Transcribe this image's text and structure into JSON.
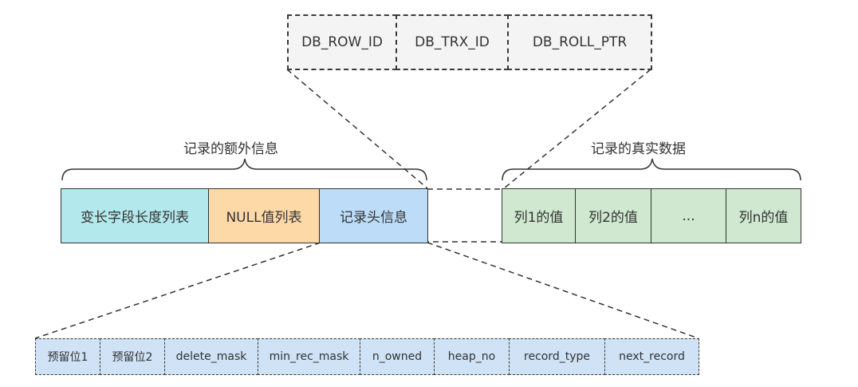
{
  "hidden_columns": {
    "row_id": "DB_ROW_ID",
    "trx_id": "DB_TRX_ID",
    "roll_ptr": "DB_ROLL_PTR"
  },
  "extra_info": {
    "caption": "记录的额外信息",
    "var_len_list": "变长字段长度列表",
    "null_list": "NULL值列表",
    "record_header": "记录头信息"
  },
  "real_data": {
    "caption": "记录的真实数据",
    "col1": "列1的值",
    "col2": "列2的值",
    "ellipsis": "...",
    "coln": "列n的值"
  },
  "header_fields": {
    "reserved1": "预留位1",
    "reserved2": "预留位2",
    "delete_mask": "delete_mask",
    "min_rec_mask": "min_rec_mask",
    "n_owned": "n_owned",
    "heap_no": "heap_no",
    "record_type": "record_type",
    "next_record": "next_record"
  },
  "colors": {
    "var_len": "#b3e9ec",
    "null_list": "#fed9a8",
    "record_header": "#bcdcf7",
    "real_data": "#cfe8cf",
    "hidden": "#f4f4f4"
  }
}
